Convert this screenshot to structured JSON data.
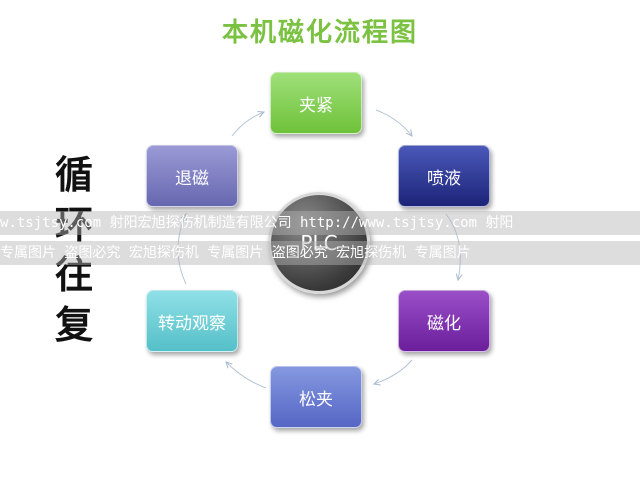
{
  "title": "本机磁化流程图",
  "center_label": "PLC",
  "nodes": {
    "clamp": "夹紧",
    "spray": "喷液",
    "magnetize": "磁化",
    "release": "松夹",
    "rotate": "转动观察",
    "demagnetize": "退磁"
  },
  "cycle_chars": [
    "循",
    "环",
    "往",
    "复"
  ],
  "watermark": {
    "line1": "w.tsjtsy.com 射阳宏旭探伤机制造有限公司  http://www.tsjtsy.com 射阳",
    "line2": " 专属图片 盗图必究  宏旭探伤机 专属图片 盗图必究  宏旭探伤机 专属图片"
  }
}
